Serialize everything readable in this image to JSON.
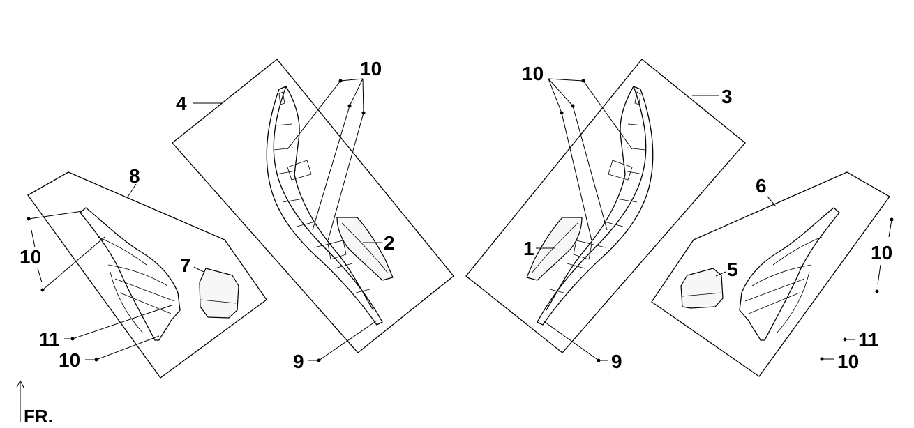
{
  "callouts": {
    "c1": "1",
    "c2": "2",
    "c3": "3",
    "c4": "4",
    "c5": "5",
    "c6": "6",
    "c7": "7",
    "c8": "8",
    "c9_left": "9",
    "c9_right": "9",
    "c10_top_left": "10",
    "c10_top_right": "10",
    "c10_left_side": "10",
    "c10_right_side": "10",
    "c10_bottom_left": "10",
    "c10_bottom_right": "10",
    "c11_left": "11",
    "c11_right": "11"
  },
  "orientation_label": "FR.",
  "colors": {
    "line": "#000000",
    "background": "#ffffff",
    "lens_fill": "#f7f7f7"
  }
}
